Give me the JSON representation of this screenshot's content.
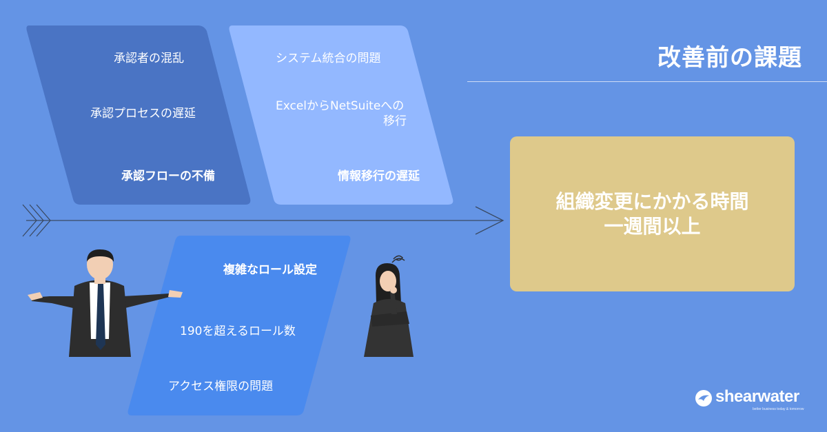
{
  "title": "改善前の課題",
  "branches": {
    "left_top": {
      "items": [
        "承認者の混乱",
        "承認プロセスの遅延"
      ],
      "cause": "承認フローの不備"
    },
    "right_top": {
      "items": [
        "システム統合の問題",
        "ExcelからNetSuiteへの",
        "移行"
      ],
      "cause": "情報移行の遅延"
    },
    "bottom": {
      "cause": "複雑なロール設定",
      "items": [
        "190を超えるロール数",
        "アクセス権限の問題"
      ]
    }
  },
  "result": {
    "line1": "組織変更にかかる時間",
    "line2": "一週間以上"
  },
  "logo": {
    "name": "shearwater",
    "tagline": "better business today & tomorrow"
  },
  "colors": {
    "background": "#6494e5",
    "panel_left": "#4a74c4",
    "panel_right": "#93b8ff",
    "panel_bottom": "#4a8aee",
    "result_box": "#dec98b"
  }
}
